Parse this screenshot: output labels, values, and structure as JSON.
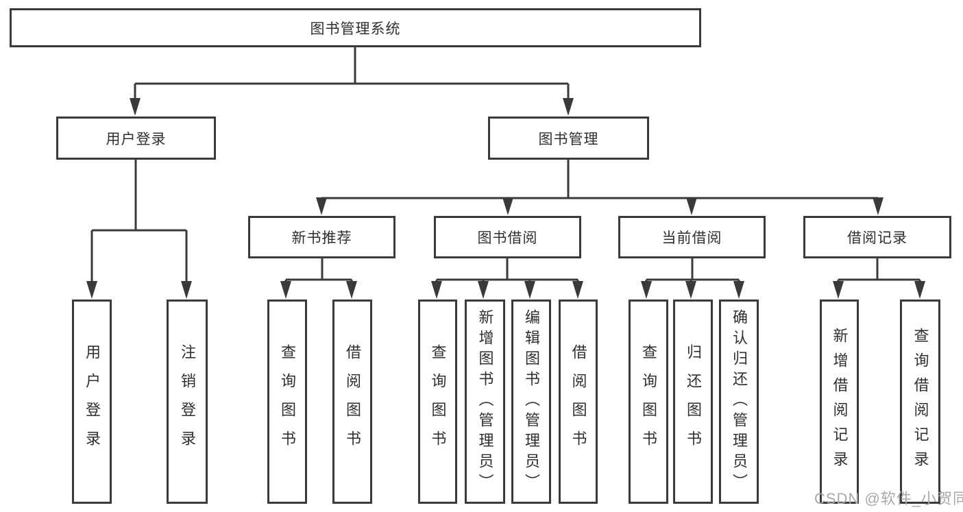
{
  "diagram": {
    "title_node": "图书管理系统",
    "level2": {
      "user_login": "用户登录",
      "book_management": "图书管理"
    },
    "level3": {
      "new_book_recommend": "新书推荐",
      "book_borrow": "图书借阅",
      "current_borrow": "当前借阅",
      "borrow_records": "借阅记录"
    },
    "leaves": {
      "user_login": [
        "用户登录",
        "注销登录"
      ],
      "new_book_recommend": [
        "查询图书",
        "借阅图书"
      ],
      "book_borrow": [
        "查询图书",
        "新增图书（管理员）",
        "编辑图书（管理员）",
        "借阅图书"
      ],
      "current_borrow": [
        "查询图书",
        "归还图书",
        "确认归还（管理员）"
      ],
      "borrow_records": [
        "新增借阅记录",
        "查询借阅记录"
      ]
    },
    "watermark": "CSDN @软件_小贺同学",
    "colors": {
      "line": "#3a3a3a",
      "text": "#2f2f2f",
      "watermark": "#a8a8a8",
      "background": "#ffffff"
    }
  }
}
